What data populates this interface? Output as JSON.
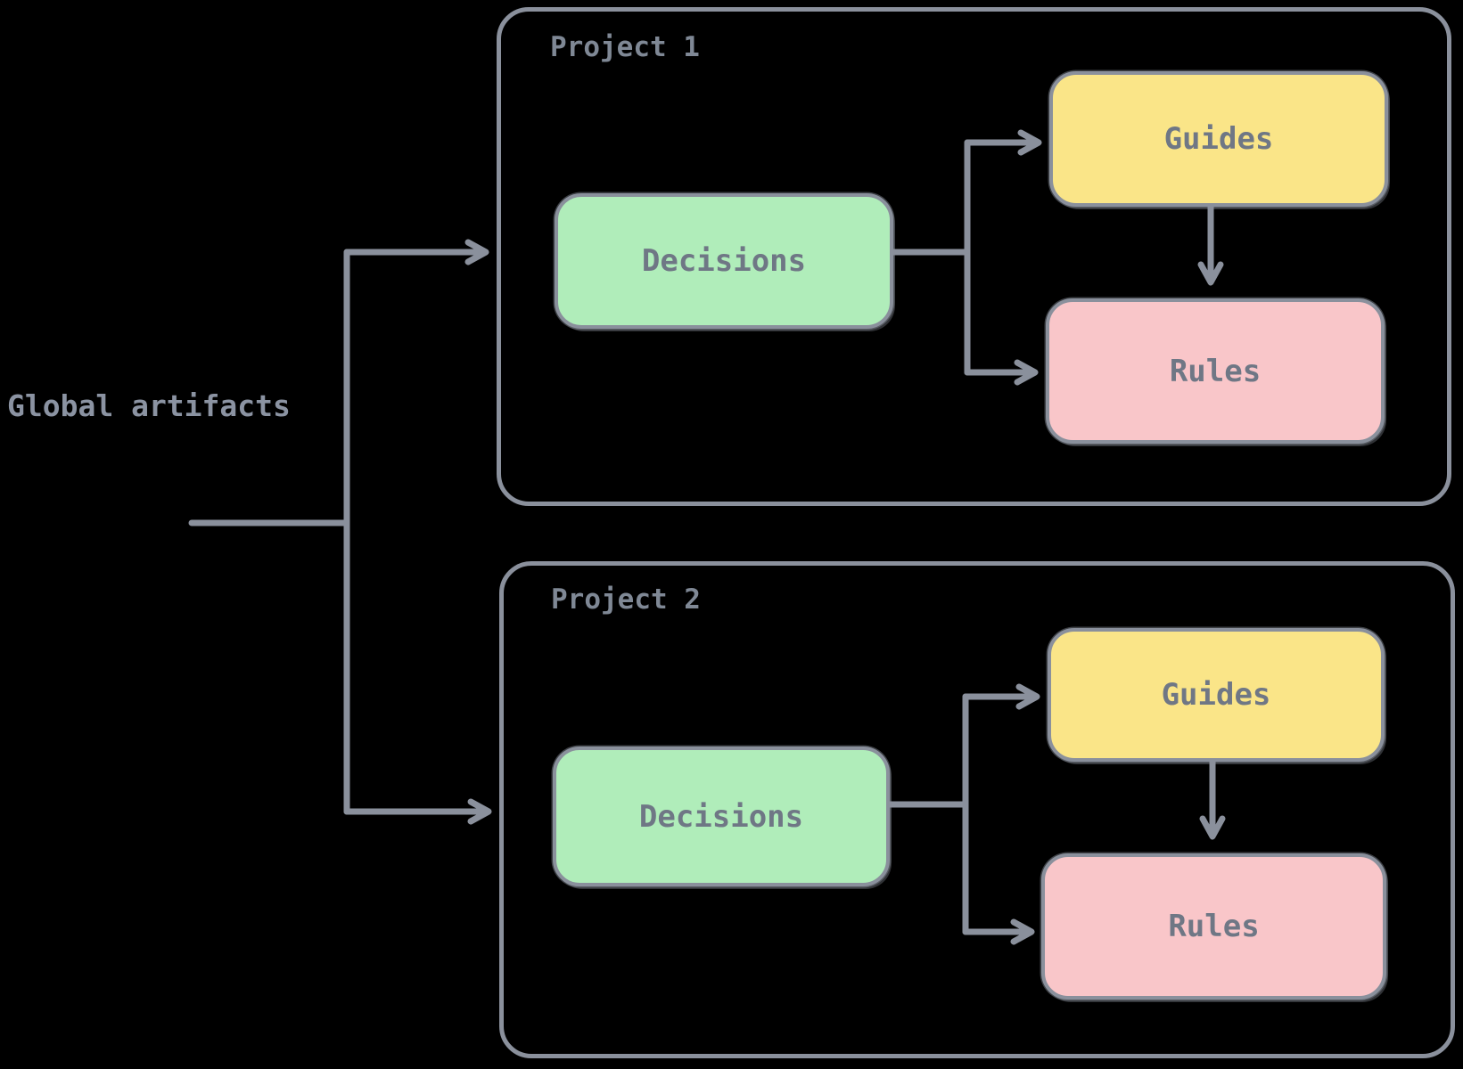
{
  "diagram": {
    "global_label": "Global artifacts",
    "projects": [
      {
        "title": "Project 1",
        "nodes": {
          "decisions": "Decisions",
          "guides": "Guides",
          "rules": "Rules"
        }
      },
      {
        "title": "Project 2",
        "nodes": {
          "decisions": "Decisions",
          "guides": "Guides",
          "rules": "Rules"
        }
      }
    ],
    "edges": [
      {
        "from": "Global artifacts",
        "to": "Project 1"
      },
      {
        "from": "Global artifacts",
        "to": "Project 2"
      },
      {
        "project": "Project 1",
        "from": "Decisions",
        "to": "Guides"
      },
      {
        "project": "Project 1",
        "from": "Decisions",
        "to": "Rules"
      },
      {
        "project": "Project 1",
        "from": "Guides",
        "to": "Rules"
      },
      {
        "project": "Project 2",
        "from": "Decisions",
        "to": "Guides"
      },
      {
        "project": "Project 2",
        "from": "Decisions",
        "to": "Rules"
      },
      {
        "project": "Project 2",
        "from": "Guides",
        "to": "Rules"
      }
    ]
  },
  "colors": {
    "background": "#000000",
    "stroke": "#8a909c",
    "node-green": "#b0edba",
    "node-yellow": "#fae588",
    "node-pink": "#f9c6c9",
    "node-text": "#6f7785",
    "title-text": "#7f8895",
    "label-text": "#8b93a2"
  }
}
